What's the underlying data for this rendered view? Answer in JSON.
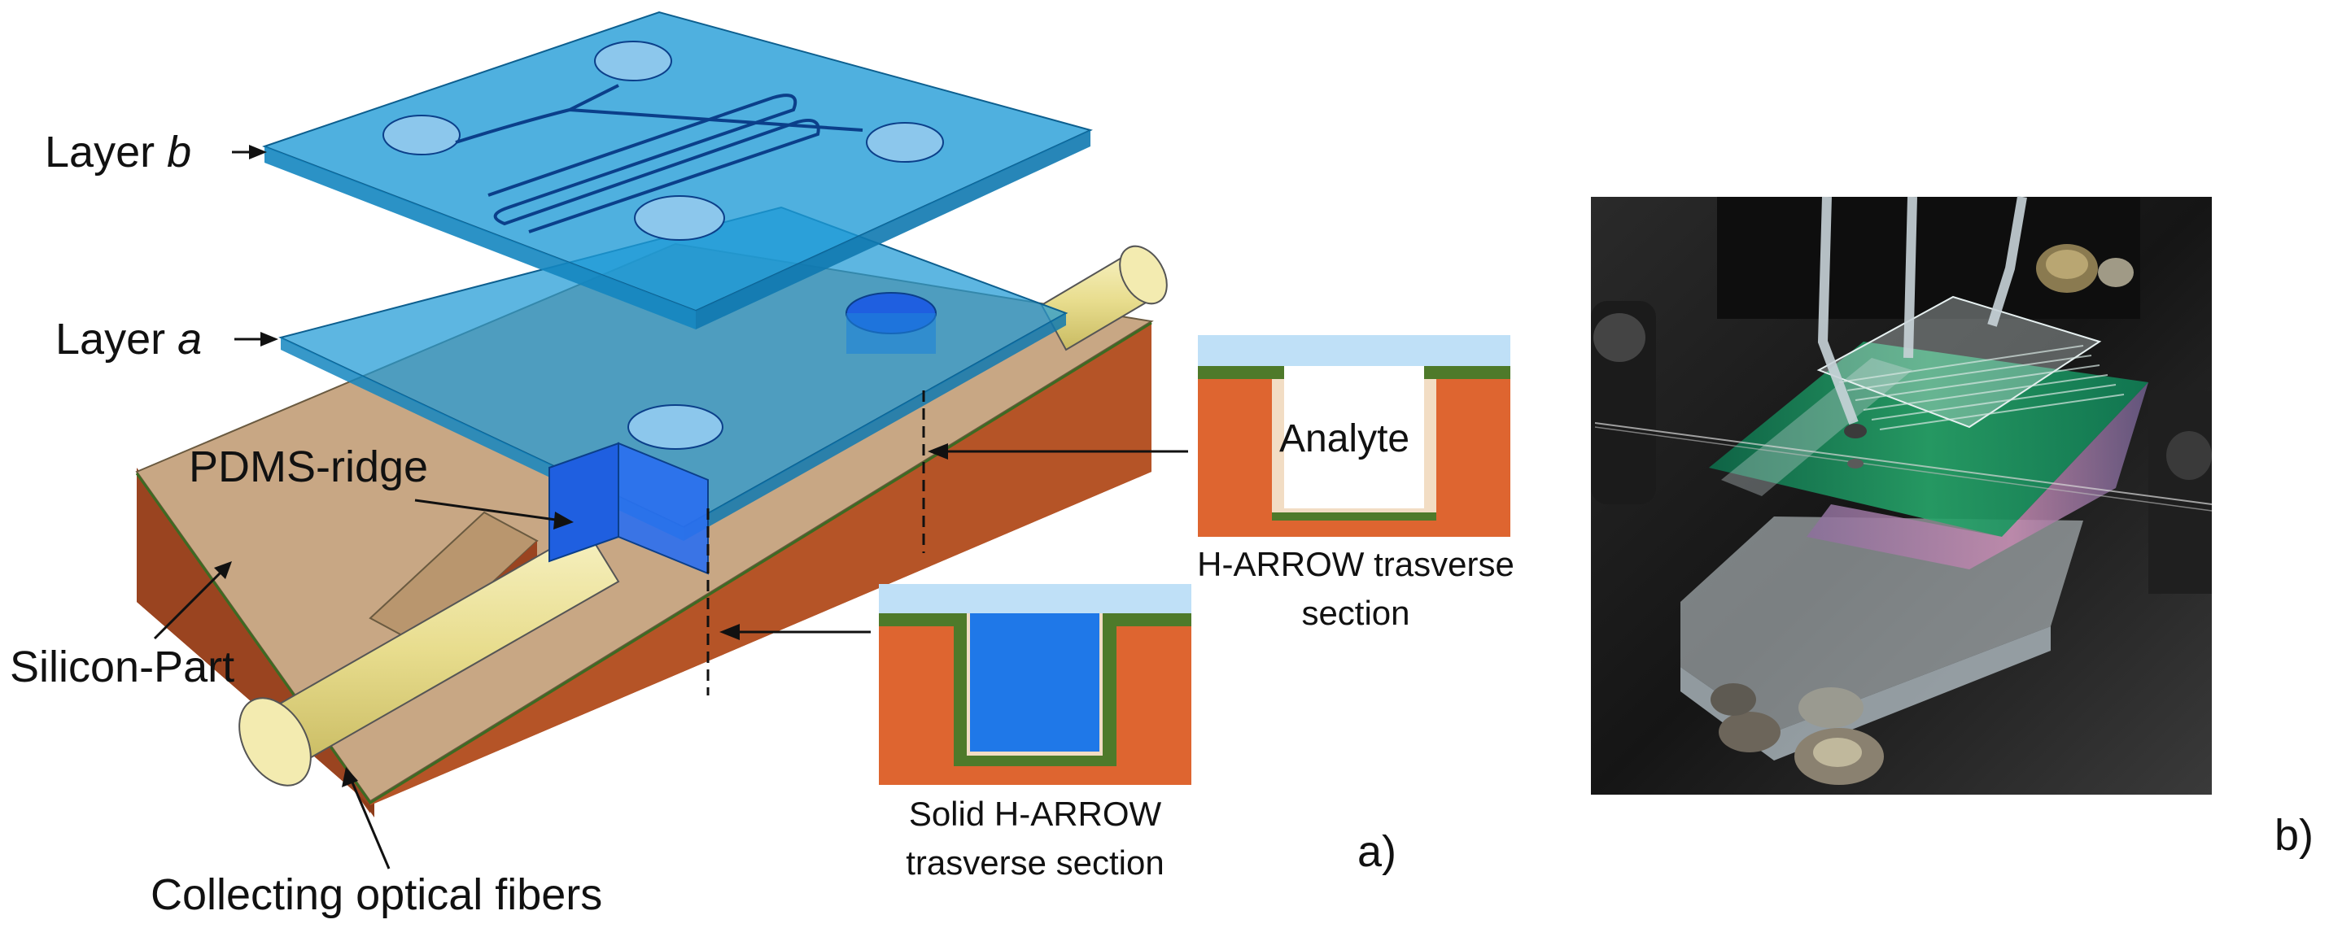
{
  "labels": {
    "layer_b_word": "Layer",
    "layer_b_letter": "b",
    "layer_a_word": "Layer",
    "layer_a_letter": "a",
    "pdms_ridge": "PDMS-ridge",
    "silicon_part": "Silicon-Part",
    "collecting_fibers": "Collecting optical fibers",
    "analyte": "Analyte",
    "h_arrow_line1": "H-ARROW trasverse",
    "h_arrow_line2": "section",
    "solid_line1": "Solid H-ARROW",
    "solid_line2": "trasverse section",
    "panel_a": "a)",
    "panel_b": "b)"
  },
  "colors": {
    "silicon_side": "#A0471F",
    "silicon_top": "#C8A784",
    "layer_blue": "#1E9AD6",
    "ridge_blue": "#1F5FE0",
    "fiber": "#EDE49A",
    "orange": "#DE6530",
    "green": "#4E7A2A",
    "light_blue": "#BFE0F7",
    "analyte_fill": "#FFFFFF",
    "solid_fill": "#1F78E8"
  },
  "photo": {
    "subject": "photograph of the assembled chip mounted with tubes and optical fibers"
  }
}
